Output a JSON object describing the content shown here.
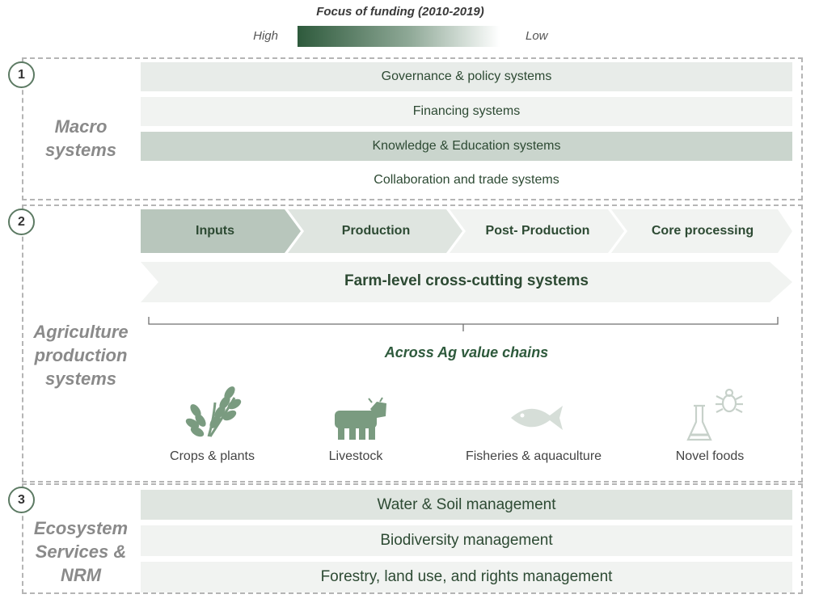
{
  "legend": {
    "title": "Focus of funding (2010-2019)",
    "high": "High",
    "low": "Low"
  },
  "sections": {
    "macro": {
      "number": "1",
      "label_line1": "Macro",
      "label_line2": "systems",
      "bars": [
        "Governance & policy systems",
        "Financing systems",
        "Knowledge & Education systems",
        "Collaboration and trade systems"
      ]
    },
    "agriculture": {
      "number": "2",
      "label_line1": "Agriculture",
      "label_line2": "production",
      "label_line3": "systems",
      "chevrons": [
        "Inputs",
        "Production",
        "Post- Production",
        "Core processing"
      ],
      "farm_level": "Farm-level cross-cutting systems",
      "across": "Across Ag value chains",
      "value_chains": [
        {
          "label": "Crops & plants",
          "icon": "wheat-icon"
        },
        {
          "label": "Livestock",
          "icon": "cow-icon"
        },
        {
          "label": "Fisheries & aquaculture",
          "icon": "fish-icon"
        },
        {
          "label": "Novel foods",
          "icon": "flask-bug-icon"
        }
      ]
    },
    "ecosystem": {
      "number": "3",
      "label_line1": "Ecosystem",
      "label_line2": "Services &",
      "label_line3": "NRM",
      "bars": [
        "Water & Soil management",
        "Biodiversity management",
        "Forestry, land use, and rights management"
      ]
    }
  },
  "colors": {
    "high": "#2e5a3c",
    "medium": "#cad5cd",
    "low": "#f1f3f1",
    "text": "#2d4a33"
  }
}
